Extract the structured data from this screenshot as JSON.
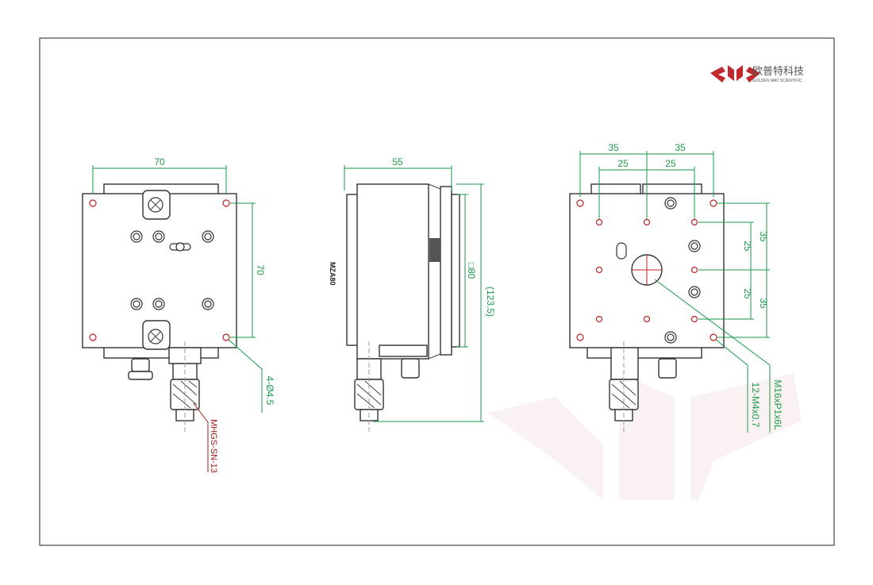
{
  "logo": {
    "cn": "欧普特科技",
    "en": "GOLDEN WAY SCIENTIFIC",
    "color": "#c0282d"
  },
  "left_view": {
    "dim_top": "70",
    "dim_side": "70",
    "hole_callout": "4-Ø4.5",
    "micrometer_callout": "MHGS-SN-13"
  },
  "middle_view": {
    "dim_top": "55",
    "dim_square": "□80",
    "dim_height": "(123.5)",
    "model_label": "MZA80"
  },
  "right_view": {
    "dim_top_outer_left": "35",
    "dim_top_outer_right": "35",
    "dim_top_inner_left": "25",
    "dim_top_inner_right": "25",
    "dim_right_outer_top": "35",
    "dim_right_inner_top": "25",
    "dim_right_inner_bottom": "25",
    "dim_right_outer_bottom": "35",
    "center_thread_callout": "M16xP1x6L",
    "tapped_holes_callout": "12-M4x0.7"
  },
  "colors": {
    "dimension": "#1a9a4a",
    "callout_red": "#a01818"
  }
}
